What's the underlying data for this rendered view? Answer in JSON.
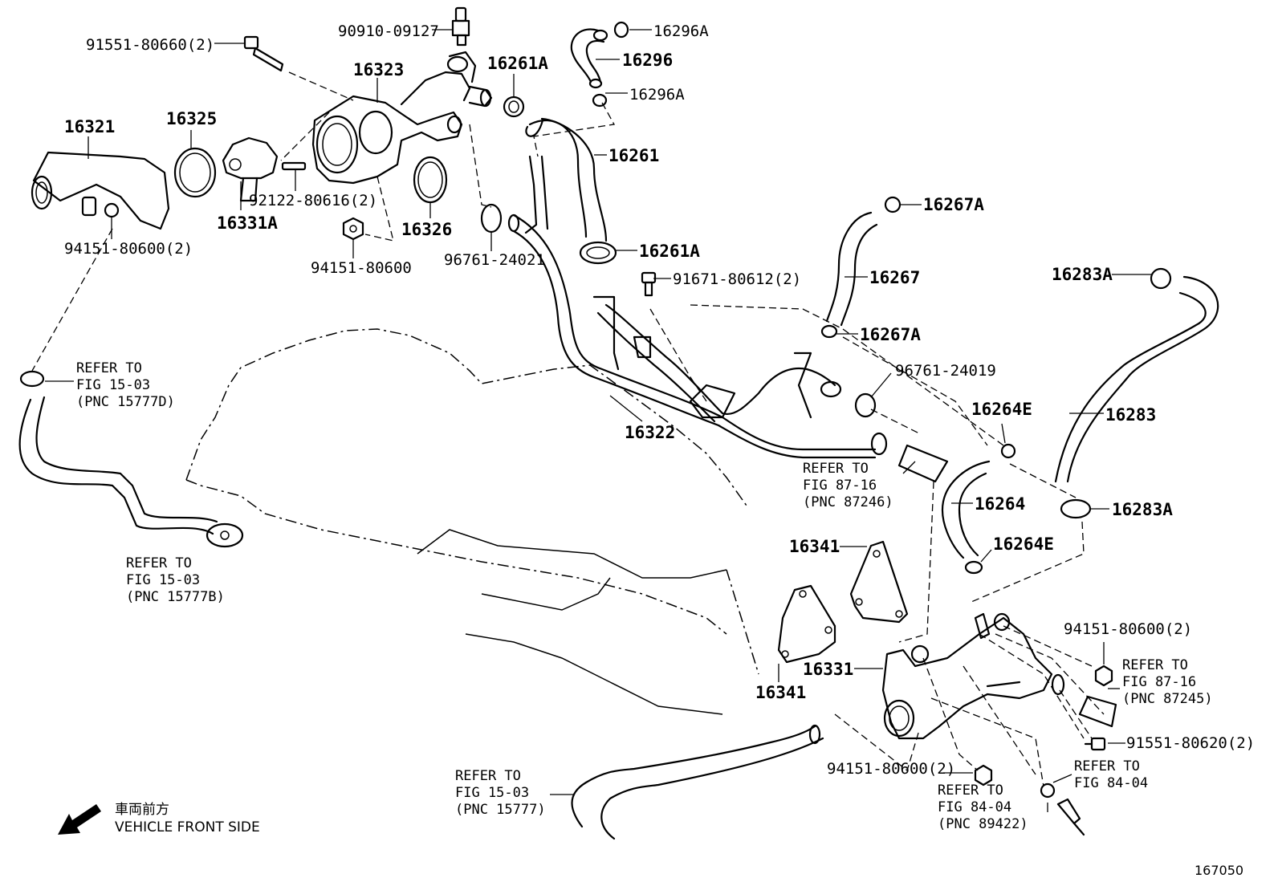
{
  "labels": {
    "p16296A_top": "16296A",
    "p16296": "16296",
    "p16296A_bot": "16296A",
    "p90910": "90910-09127",
    "p91551_80660": "91551-80660(2)",
    "p16323": "16323",
    "p16261A_top": "16261A",
    "p16321": "16321",
    "p16325": "16325",
    "p16261": "16261",
    "p16331A": "16331A",
    "p92122": "92122-80616(2)",
    "p16326": "16326",
    "p94151_2_top": "94151-80600(2)",
    "p94151_single": "94151-80600",
    "p96761_24021": "96761-24021",
    "p16261A_mid": "16261A",
    "p16267A_top": "16267A",
    "p16267": "16267",
    "p91671": "91671-80612(2)",
    "p16283A_top": "16283A",
    "p16267A_bot": "16267A",
    "p96761_24019": "96761-24019",
    "p16322": "16322",
    "p16264E_top": "16264E",
    "p16283": "16283",
    "p16264": "16264",
    "p16283A_bot": "16283A",
    "p16264E_bot": "16264E",
    "p16341_top": "16341",
    "p16341_bot": "16341",
    "p16331": "16331",
    "p94151_2_right": "94151-80600(2)",
    "p91551_80620": "91551-80620(2)",
    "p94151_2_bot": "94151-80600(2)"
  },
  "refs": {
    "r1": [
      "REFER TO",
      "FIG 15-03",
      "(PNC 15777D)"
    ],
    "r2": [
      "REFER TO",
      "FIG 15-03",
      "(PNC 15777B)"
    ],
    "r3": [
      "REFER TO",
      "FIG 87-16",
      "(PNC 87246)"
    ],
    "r4": [
      "REFER TO",
      "FIG 87-16",
      "(PNC 87245)"
    ],
    "r5": [
      "REFER TO",
      "FIG 84-04"
    ],
    "r6": [
      "REFER TO",
      "FIG 84-04",
      "(PNC 89422)"
    ],
    "r7": [
      "REFER TO",
      "FIG 15-03",
      "(PNC 15777)"
    ]
  },
  "front_note": {
    "japanese": "車両前方",
    "english": "VEHICLE FRONT SIDE"
  },
  "figure_number": "167050"
}
